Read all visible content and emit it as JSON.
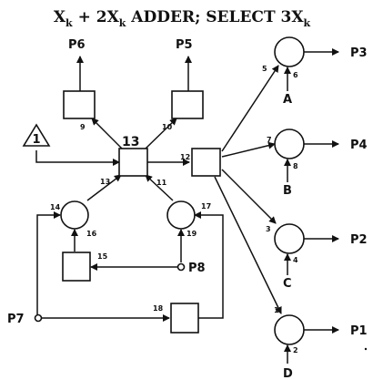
{
  "title": "Xₖ + 2Xₖ ADDER; SELECT 3Xₖ",
  "title_parts": {
    "x1": "X",
    "k1": "k",
    "plus": " + 2X",
    "k2": "k",
    "mid": " ADDER; SELECT 3X",
    "k3": "k"
  },
  "places": {
    "p6": "P6",
    "p5": "P5",
    "p3": "P3",
    "p4": "P4",
    "p2": "P2",
    "p1": "P1",
    "p8": "P8",
    "p7": "P7"
  },
  "inputs": {
    "a": "A",
    "b": "B",
    "c": "C",
    "d": "D"
  },
  "triangle_label": "1",
  "center_label": "13",
  "arc_numbers": {
    "n1": "1",
    "n2": "2",
    "n3": "3",
    "n4": "4",
    "n5": "5",
    "n6": "6",
    "n7": "7",
    "n8": "8",
    "n9": "9",
    "n10": "10",
    "n11": "11",
    "n12": "12",
    "n13": "13",
    "n14": "14",
    "n15": "15",
    "n16": "16",
    "n17": "17",
    "n18": "18",
    "n19": "19"
  }
}
